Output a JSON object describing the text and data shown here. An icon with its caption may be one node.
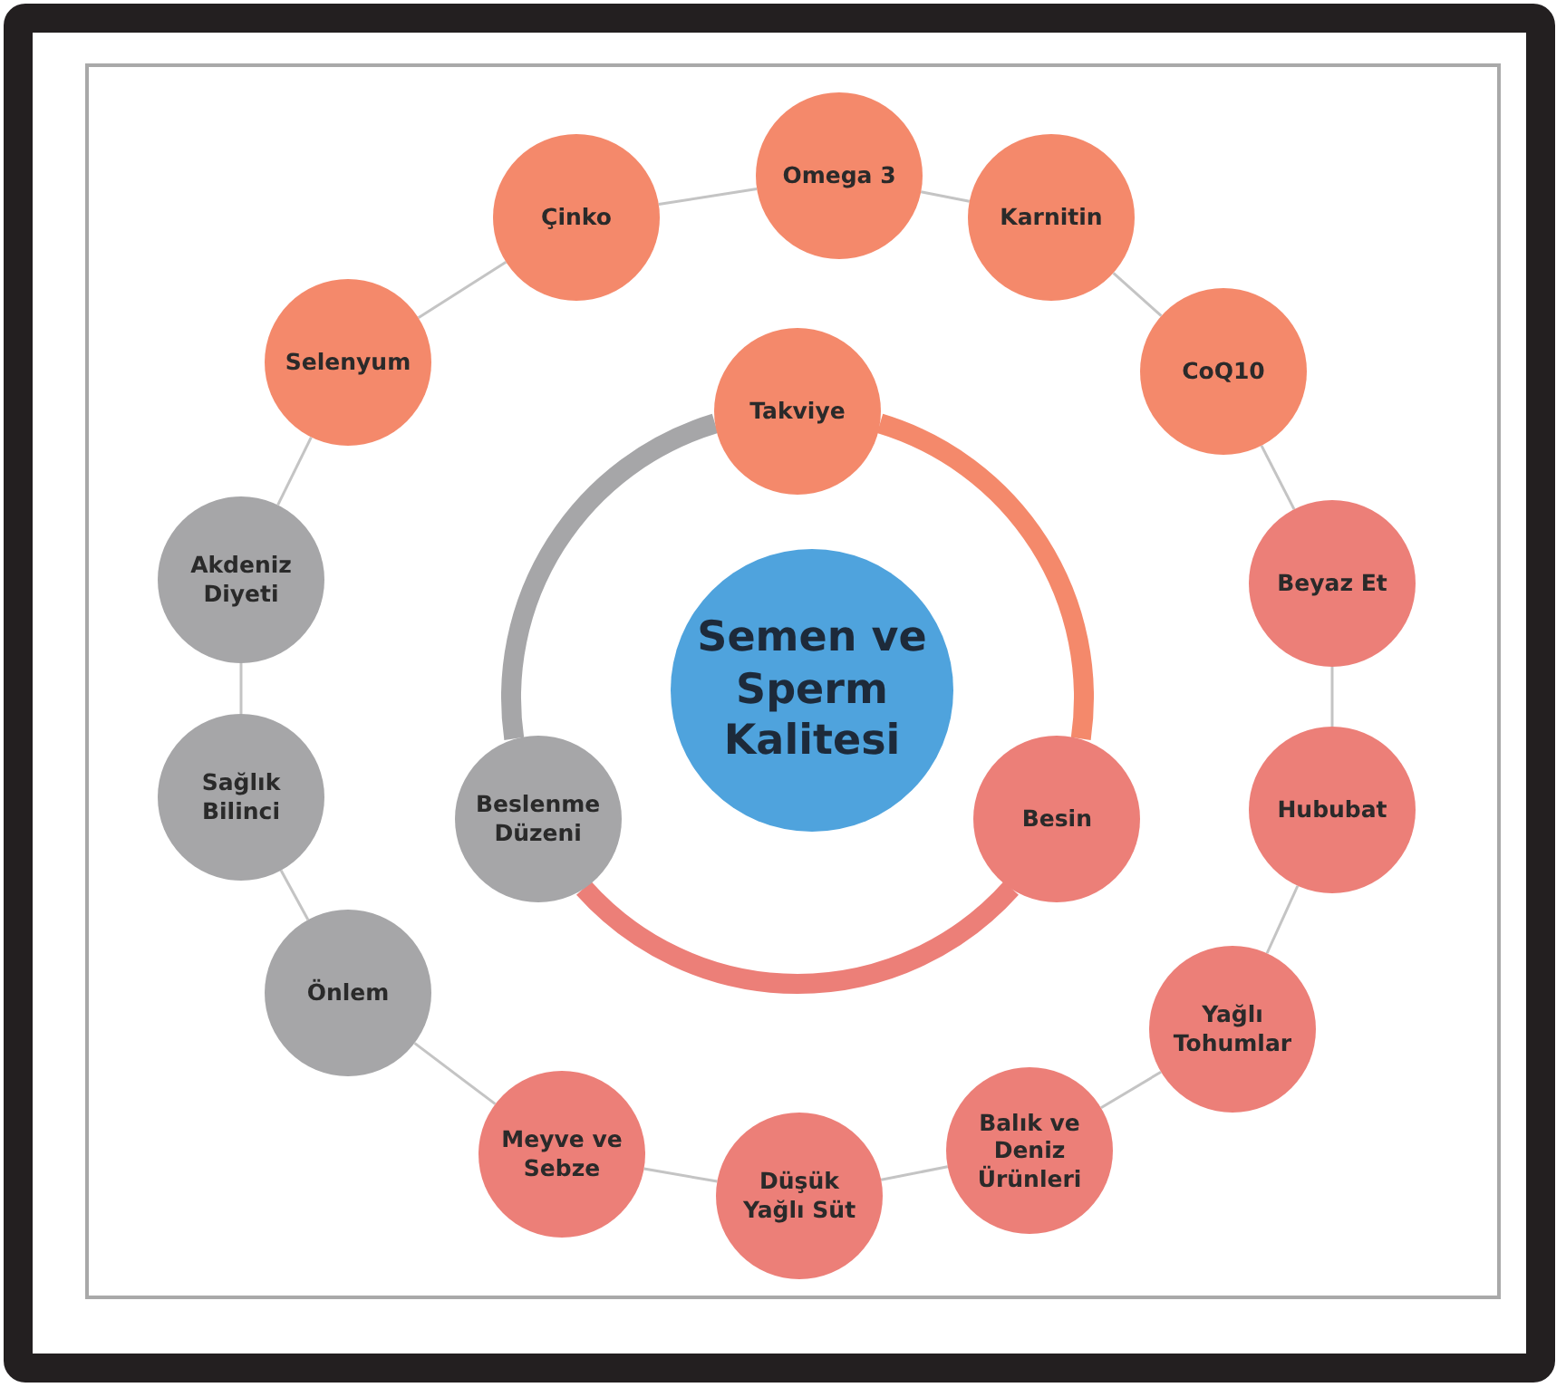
{
  "diagram": {
    "nodes": [
      {
        "text": [
          "Semen ve Sperm Kalitesi"
        ]
      },
      {
        "text": [
          "Takviye"
        ]
      },
      {
        "text": [
          "Besin"
        ]
      },
      {
        "text": [
          "Beslenme Düzeni"
        ]
      },
      {
        "text": [
          "Omega 3"
        ]
      },
      {
        "text": [
          "Karnitin"
        ]
      },
      {
        "text": [
          "CoQ10"
        ]
      },
      {
        "text": [
          "Beyaz Et"
        ]
      },
      {
        "text": [
          "Hububat"
        ]
      },
      {
        "text": [
          "Yağlı Tohumlar"
        ]
      },
      {
        "text": [
          "Balık ve Deniz Ürünleri"
        ]
      },
      {
        "text": [
          "Düşük Yağlı Süt"
        ]
      },
      {
        "text": [
          "Meyve ve Sebze"
        ]
      },
      {
        "text": [
          "Önlem"
        ]
      },
      {
        "text": [
          "Sağlık Bilinci"
        ]
      },
      {
        "text": [
          "Akdeniz Diyeti"
        ]
      },
      {
        "text": [
          "Selenyum"
        ]
      },
      {
        "text": [
          "Çinko"
        ]
      }
    ],
    "edges": [
      {
        "from": 1,
        "to": 2,
        "arrow": "none",
        "style": "thick",
        "color": "#f4896b"
      },
      {
        "from": 2,
        "to": 3,
        "arrow": "none",
        "style": "thick",
        "color": "#ec7f78"
      },
      {
        "from": 3,
        "to": 1,
        "arrow": "none",
        "style": "thick",
        "color": "#a6a6a8"
      },
      {
        "from": 4,
        "to": 5,
        "arrow": "none"
      },
      {
        "from": 5,
        "to": 6,
        "arrow": "none"
      },
      {
        "from": 6,
        "to": 7,
        "arrow": "none"
      },
      {
        "from": 7,
        "to": 8,
        "arrow": "none"
      },
      {
        "from": 8,
        "to": 9,
        "arrow": "none"
      },
      {
        "from": 9,
        "to": 10,
        "arrow": "none"
      },
      {
        "from": 10,
        "to": 11,
        "arrow": "none"
      },
      {
        "from": 11,
        "to": 12,
        "arrow": "none"
      },
      {
        "from": 12,
        "to": 13,
        "arrow": "none"
      },
      {
        "from": 13,
        "to": 14,
        "arrow": "none"
      },
      {
        "from": 14,
        "to": 15,
        "arrow": "none"
      },
      {
        "from": 15,
        "to": 16,
        "arrow": "none"
      },
      {
        "from": 16,
        "to": 17,
        "arrow": "none"
      },
      {
        "from": 17,
        "to": 4,
        "arrow": "none"
      }
    ]
  }
}
